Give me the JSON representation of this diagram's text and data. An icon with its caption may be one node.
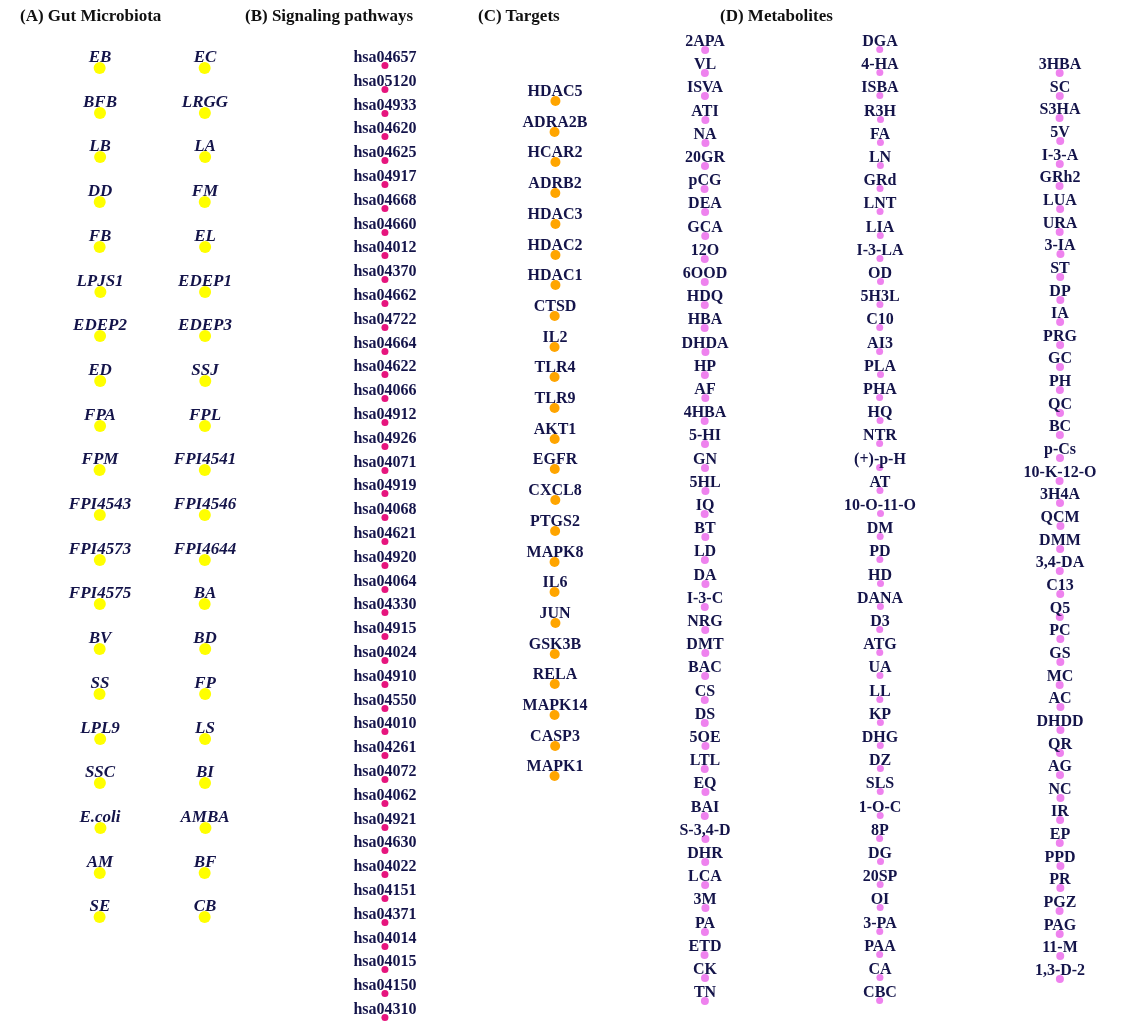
{
  "diagram": {
    "nodes": [
      {
        "text": [
          "EB"
        ]
      },
      {
        "text": [
          "BFB"
        ]
      },
      {
        "text": [
          "LB"
        ]
      },
      {
        "text": [
          "DD"
        ]
      },
      {
        "text": [
          "FB"
        ]
      },
      {
        "text": [
          "LPJS1"
        ]
      },
      {
        "text": [
          "EDEP2"
        ]
      },
      {
        "text": [
          "ED"
        ]
      },
      {
        "text": [
          "FPA"
        ]
      },
      {
        "text": [
          "FPM"
        ]
      },
      {
        "text": [
          "FPI4543"
        ]
      },
      {
        "text": [
          "FPI4573"
        ]
      },
      {
        "text": [
          "FPI4575"
        ]
      },
      {
        "text": [
          "BV"
        ]
      },
      {
        "text": [
          "SS"
        ]
      },
      {
        "text": [
          "LPL9"
        ]
      },
      {
        "text": [
          "SSC"
        ]
      },
      {
        "text": [
          "E.coli"
        ]
      },
      {
        "text": [
          "AM"
        ]
      },
      {
        "text": [
          "SE"
        ]
      },
      {
        "text": [
          "EC"
        ]
      },
      {
        "text": [
          "LRGG"
        ]
      },
      {
        "text": [
          "LA"
        ]
      },
      {
        "text": [
          "FM"
        ]
      },
      {
        "text": [
          "EL"
        ]
      },
      {
        "text": [
          "EDEP1"
        ]
      },
      {
        "text": [
          "EDEP3"
        ]
      },
      {
        "text": [
          "SSJ"
        ]
      },
      {
        "text": [
          "FPL"
        ]
      },
      {
        "text": [
          "FPI4541"
        ]
      },
      {
        "text": [
          "FPI4546"
        ]
      },
      {
        "text": [
          "FPI4644"
        ]
      },
      {
        "text": [
          "BA"
        ]
      },
      {
        "text": [
          "BD"
        ]
      },
      {
        "text": [
          "FP"
        ]
      },
      {
        "text": [
          "LS"
        ]
      },
      {
        "text": [
          "BI"
        ]
      },
      {
        "text": [
          "AMBA"
        ]
      },
      {
        "text": [
          "BF"
        ]
      },
      {
        "text": [
          "CB"
        ]
      },
      {
        "text": [
          "hsa04657"
        ]
      },
      {
        "text": [
          "hsa05120"
        ]
      },
      {
        "text": [
          "hsa04933"
        ]
      },
      {
        "text": [
          "hsa04620"
        ]
      },
      {
        "text": [
          "hsa04625"
        ]
      },
      {
        "text": [
          "hsa04917"
        ]
      },
      {
        "text": [
          "hsa04668"
        ]
      },
      {
        "text": [
          "hsa04660"
        ]
      },
      {
        "text": [
          "hsa04012"
        ]
      },
      {
        "text": [
          "hsa04370"
        ]
      },
      {
        "text": [
          "hsa04662"
        ]
      },
      {
        "text": [
          "hsa04722"
        ]
      },
      {
        "text": [
          "hsa04664"
        ]
      },
      {
        "text": [
          "hsa04622"
        ]
      },
      {
        "text": [
          "hsa04066"
        ]
      },
      {
        "text": [
          "hsa04912"
        ]
      },
      {
        "text": [
          "hsa04926"
        ]
      },
      {
        "text": [
          "hsa04071"
        ]
      },
      {
        "text": [
          "hsa04919"
        ]
      },
      {
        "text": [
          "hsa04068"
        ]
      },
      {
        "text": [
          "hsa04621"
        ]
      },
      {
        "text": [
          "hsa04920"
        ]
      },
      {
        "text": [
          "hsa04064"
        ]
      },
      {
        "text": [
          "hsa04330"
        ]
      },
      {
        "text": [
          "hsa04915"
        ]
      },
      {
        "text": [
          "hsa04024"
        ]
      },
      {
        "text": [
          "hsa04910"
        ]
      },
      {
        "text": [
          "hsa04550"
        ]
      },
      {
        "text": [
          "hsa04010"
        ]
      },
      {
        "text": [
          "hsa04261"
        ]
      },
      {
        "text": [
          "hsa04072"
        ]
      },
      {
        "text": [
          "hsa04062"
        ]
      },
      {
        "text": [
          "hsa04921"
        ]
      },
      {
        "text": [
          "hsa04630"
        ]
      },
      {
        "text": [
          "hsa04022"
        ]
      },
      {
        "text": [
          "hsa04151"
        ]
      },
      {
        "text": [
          "hsa04371"
        ]
      },
      {
        "text": [
          "hsa04014"
        ]
      },
      {
        "text": [
          "hsa04015"
        ]
      },
      {
        "text": [
          "hsa04150"
        ]
      },
      {
        "text": [
          "hsa04310"
        ]
      },
      {
        "text": [
          "HDAC5"
        ]
      },
      {
        "text": [
          "ADRA2B"
        ]
      },
      {
        "text": [
          "HCAR2"
        ]
      },
      {
        "text": [
          "ADRB2"
        ]
      },
      {
        "text": [
          "HDAC3"
        ]
      },
      {
        "text": [
          "HDAC2"
        ]
      },
      {
        "text": [
          "HDAC1"
        ]
      },
      {
        "text": [
          "CTSD"
        ]
      },
      {
        "text": [
          "IL2"
        ]
      },
      {
        "text": [
          "TLR4"
        ]
      },
      {
        "text": [
          "TLR9"
        ]
      },
      {
        "text": [
          "AKT1"
        ]
      },
      {
        "text": [
          "EGFR"
        ]
      },
      {
        "text": [
          "CXCL8"
        ]
      },
      {
        "text": [
          "PTGS2"
        ]
      },
      {
        "text": [
          "MAPK8"
        ]
      },
      {
        "text": [
          "IL6"
        ]
      },
      {
        "text": [
          "JUN"
        ]
      },
      {
        "text": [
          "GSK3B"
        ]
      },
      {
        "text": [
          "RELA"
        ]
      },
      {
        "text": [
          "MAPK14"
        ]
      },
      {
        "text": [
          "CASP3"
        ]
      },
      {
        "text": [
          "MAPK1"
        ]
      },
      {
        "text": [
          "2APA"
        ]
      },
      {
        "text": [
          "VL"
        ]
      },
      {
        "text": [
          "ISVA"
        ]
      },
      {
        "text": [
          "ATI"
        ]
      },
      {
        "text": [
          "NA"
        ]
      },
      {
        "text": [
          "20GR"
        ]
      },
      {
        "text": [
          "pCG"
        ]
      },
      {
        "text": [
          "DEA"
        ]
      },
      {
        "text": [
          "GCA"
        ]
      },
      {
        "text": [
          "12O"
        ]
      },
      {
        "text": [
          "6OOD"
        ]
      },
      {
        "text": [
          "HDQ"
        ]
      },
      {
        "text": [
          "HBA"
        ]
      },
      {
        "text": [
          "DHDA"
        ]
      },
      {
        "text": [
          "HP"
        ]
      },
      {
        "text": [
          "AF"
        ]
      },
      {
        "text": [
          "4HBA"
        ]
      },
      {
        "text": [
          "5-HI"
        ]
      },
      {
        "text": [
          "GN"
        ]
      },
      {
        "text": [
          "5HL"
        ]
      },
      {
        "text": [
          "IQ"
        ]
      },
      {
        "text": [
          "BT"
        ]
      },
      {
        "text": [
          "LD"
        ]
      },
      {
        "text": [
          "DA"
        ]
      },
      {
        "text": [
          "I-3-C"
        ]
      },
      {
        "text": [
          "NRG"
        ]
      },
      {
        "text": [
          "DMT"
        ]
      },
      {
        "text": [
          "BAC"
        ]
      },
      {
        "text": [
          "CS"
        ]
      },
      {
        "text": [
          "DS"
        ]
      },
      {
        "text": [
          "5OE"
        ]
      },
      {
        "text": [
          "LTL"
        ]
      },
      {
        "text": [
          "EQ"
        ]
      },
      {
        "text": [
          "BAI"
        ]
      },
      {
        "text": [
          "S-3,4-D"
        ]
      },
      {
        "text": [
          "DHR"
        ]
      },
      {
        "text": [
          "LCA"
        ]
      },
      {
        "text": [
          "3M"
        ]
      },
      {
        "text": [
          "PA"
        ]
      },
      {
        "text": [
          "ETD"
        ]
      },
      {
        "text": [
          "CK"
        ]
      },
      {
        "text": [
          "TN"
        ]
      },
      {
        "text": [
          "DGA"
        ]
      },
      {
        "text": [
          "4-HA"
        ]
      },
      {
        "text": [
          "ISBA"
        ]
      },
      {
        "text": [
          "R3H"
        ]
      },
      {
        "text": [
          "FA"
        ]
      },
      {
        "text": [
          "LN"
        ]
      },
      {
        "text": [
          "GRd"
        ]
      },
      {
        "text": [
          "LNT"
        ]
      },
      {
        "text": [
          "LIA"
        ]
      },
      {
        "text": [
          "I-3-LA"
        ]
      },
      {
        "text": [
          "OD"
        ]
      },
      {
        "text": [
          "5H3L"
        ]
      },
      {
        "text": [
          "C10"
        ]
      },
      {
        "text": [
          "AI3"
        ]
      },
      {
        "text": [
          "PLA"
        ]
      },
      {
        "text": [
          "PHA"
        ]
      },
      {
        "text": [
          "HQ"
        ]
      },
      {
        "text": [
          "NTR"
        ]
      },
      {
        "text": [
          "(+)-p-H"
        ]
      },
      {
        "text": [
          "AT"
        ]
      },
      {
        "text": [
          "10-O-11-O"
        ]
      },
      {
        "text": [
          "DM"
        ]
      },
      {
        "text": [
          "PD"
        ]
      },
      {
        "text": [
          "HD"
        ]
      },
      {
        "text": [
          "DANA"
        ]
      },
      {
        "text": [
          "D3"
        ]
      },
      {
        "text": [
          "ATG"
        ]
      },
      {
        "text": [
          "UA"
        ]
      },
      {
        "text": [
          "LL"
        ]
      },
      {
        "text": [
          "KP"
        ]
      },
      {
        "text": [
          "DHG"
        ]
      },
      {
        "text": [
          "DZ"
        ]
      },
      {
        "text": [
          "SLS"
        ]
      },
      {
        "text": [
          "1-O-C"
        ]
      },
      {
        "text": [
          "8P"
        ]
      },
      {
        "text": [
          "DG"
        ]
      },
      {
        "text": [
          "20SP"
        ]
      },
      {
        "text": [
          "OI"
        ]
      },
      {
        "text": [
          "3-PA"
        ]
      },
      {
        "text": [
          "PAA"
        ]
      },
      {
        "text": [
          "CA"
        ]
      },
      {
        "text": [
          "CBC"
        ]
      },
      {
        "text": [
          "3HBA"
        ]
      },
      {
        "text": [
          "SC"
        ]
      },
      {
        "text": [
          "S3HA"
        ]
      },
      {
        "text": [
          "5V"
        ]
      },
      {
        "text": [
          "I-3-A"
        ]
      },
      {
        "text": [
          "GRh2"
        ]
      },
      {
        "text": [
          "LUA"
        ]
      },
      {
        "text": [
          "URA"
        ]
      },
      {
        "text": [
          "3-IA"
        ]
      },
      {
        "text": [
          "ST"
        ]
      },
      {
        "text": [
          "DP"
        ]
      },
      {
        "text": [
          "IA"
        ]
      },
      {
        "text": [
          "PRG"
        ]
      },
      {
        "text": [
          "GC"
        ]
      },
      {
        "text": [
          "PH"
        ]
      },
      {
        "text": [
          "QC"
        ]
      },
      {
        "text": [
          "BC"
        ]
      },
      {
        "text": [
          "p-Cs"
        ]
      },
      {
        "text": [
          "10-K-12-O"
        ]
      },
      {
        "text": [
          "3H4A"
        ]
      },
      {
        "text": [
          "QCM"
        ]
      },
      {
        "text": [
          "DMM"
        ]
      },
      {
        "text": [
          "3,4-DA"
        ]
      },
      {
        "text": [
          "C13"
        ]
      },
      {
        "text": [
          "Q5"
        ]
      },
      {
        "text": [
          "PC"
        ]
      },
      {
        "text": [
          "GS"
        ]
      },
      {
        "text": [
          "MC"
        ]
      },
      {
        "text": [
          "AC"
        ]
      },
      {
        "text": [
          "DHDD"
        ]
      },
      {
        "text": [
          "QR"
        ]
      },
      {
        "text": [
          "AG"
        ]
      },
      {
        "text": [
          "NC"
        ]
      },
      {
        "text": [
          "IR"
        ]
      },
      {
        "text": [
          "EP"
        ]
      },
      {
        "text": [
          "PPD"
        ]
      },
      {
        "text": [
          "PR"
        ]
      },
      {
        "text": [
          "PGZ"
        ]
      },
      {
        "text": [
          "PAG"
        ]
      },
      {
        "text": [
          "11-M"
        ]
      },
      {
        "text": [
          "1,3-D-2"
        ]
      }
    ],
    "labels": [
      "(A) Gut Microbiota",
      "(B) Signaling pathways",
      "(C) Targets",
      "(D) Metabolites"
    ]
  }
}
